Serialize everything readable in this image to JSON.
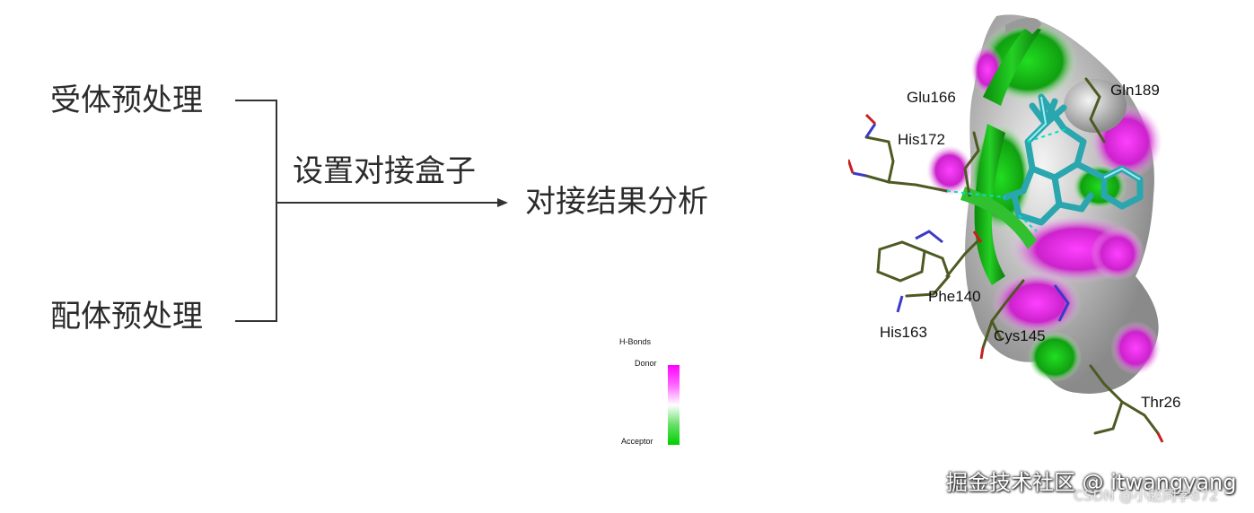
{
  "flow": {
    "receptor": "受体预处理",
    "ligand": "配体预处理",
    "grid_box": "设置对接盒子",
    "analysis": "对接结果分析"
  },
  "residues": {
    "glu166": "Glu166",
    "gln189": "Gln189",
    "his172": "His172",
    "phe140": "Phe140",
    "his163": "His163",
    "cys145": "Cys145",
    "thr26": "Thr26"
  },
  "legend": {
    "title": "H-Bonds",
    "donor": "Donor",
    "acceptor": "Acceptor",
    "donor_color": "#ff00ff",
    "acceptor_color": "#00d000"
  },
  "watermark": {
    "primary": "掘金技术社区 @ itwangyang",
    "secondary": "CSDN @小赵同学872"
  }
}
